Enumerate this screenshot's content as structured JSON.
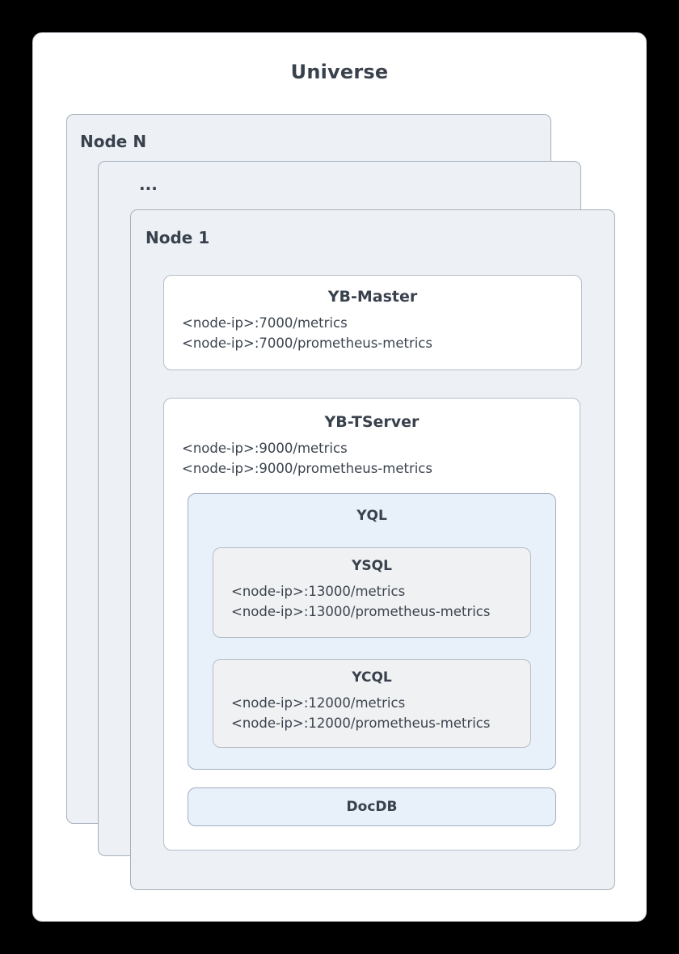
{
  "palette": {
    "background": "#000000",
    "card_white": "#ffffff",
    "node_fill": "#edf1f5",
    "node_border": "#a6b0bc",
    "blue_fill": "#e8f0fa",
    "blue_border": "#a2aebf",
    "gray_fill": "#f0f1f2",
    "gray_border": "#b6bdc5",
    "text_dark": "#3c4450"
  },
  "universe": {
    "title": "Universe",
    "node_n_label": "Node N",
    "ellipsis_label": "...",
    "node_1_label": "Node 1",
    "yb_master": {
      "title": "YB-Master",
      "endpoints": [
        "<node-ip>:7000/metrics",
        "<node-ip>:7000/prometheus-metrics"
      ]
    },
    "yb_tserver": {
      "title": "YB-TServer",
      "endpoints": [
        "<node-ip>:9000/metrics",
        "<node-ip>:9000/prometheus-metrics"
      ],
      "yql": {
        "title": "YQL",
        "ysql": {
          "title": "YSQL",
          "endpoints": [
            "<node-ip>:13000/metrics",
            "<node-ip>:13000/prometheus-metrics"
          ]
        },
        "ycql": {
          "title": "YCQL",
          "endpoints": [
            "<node-ip>:12000/metrics",
            "<node-ip>:12000/prometheus-metrics"
          ]
        }
      },
      "docdb": {
        "title": "DocDB"
      }
    }
  }
}
